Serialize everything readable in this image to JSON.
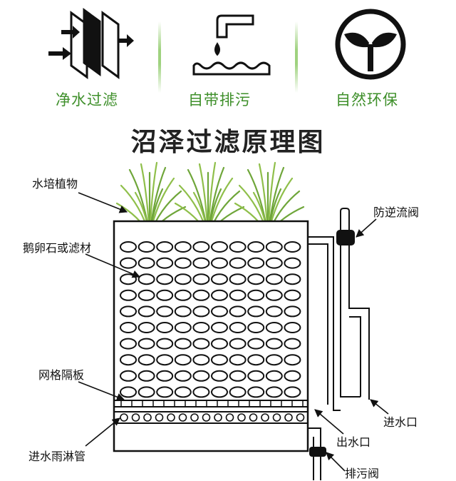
{
  "features": [
    {
      "name": "purify",
      "label": "净水过滤",
      "icon": "water-filter-icon"
    },
    {
      "name": "drain",
      "label": "自带排污",
      "icon": "faucet-drip-icon"
    },
    {
      "name": "eco",
      "label": "自然环保",
      "icon": "sprout-icon"
    }
  ],
  "title": "沼泽过滤原理图",
  "labels": {
    "plants": "水培植物",
    "gravel": "鹅卵石或滤材",
    "grid": "网格隔板",
    "spray_pipe": "进水雨淋管",
    "check_valve": "防逆流阀",
    "inlet": "进水口",
    "outlet": "出水口",
    "drain_valve": "排污阀"
  },
  "colors": {
    "accent_green": "#3e8f2a",
    "line": "#111111"
  }
}
